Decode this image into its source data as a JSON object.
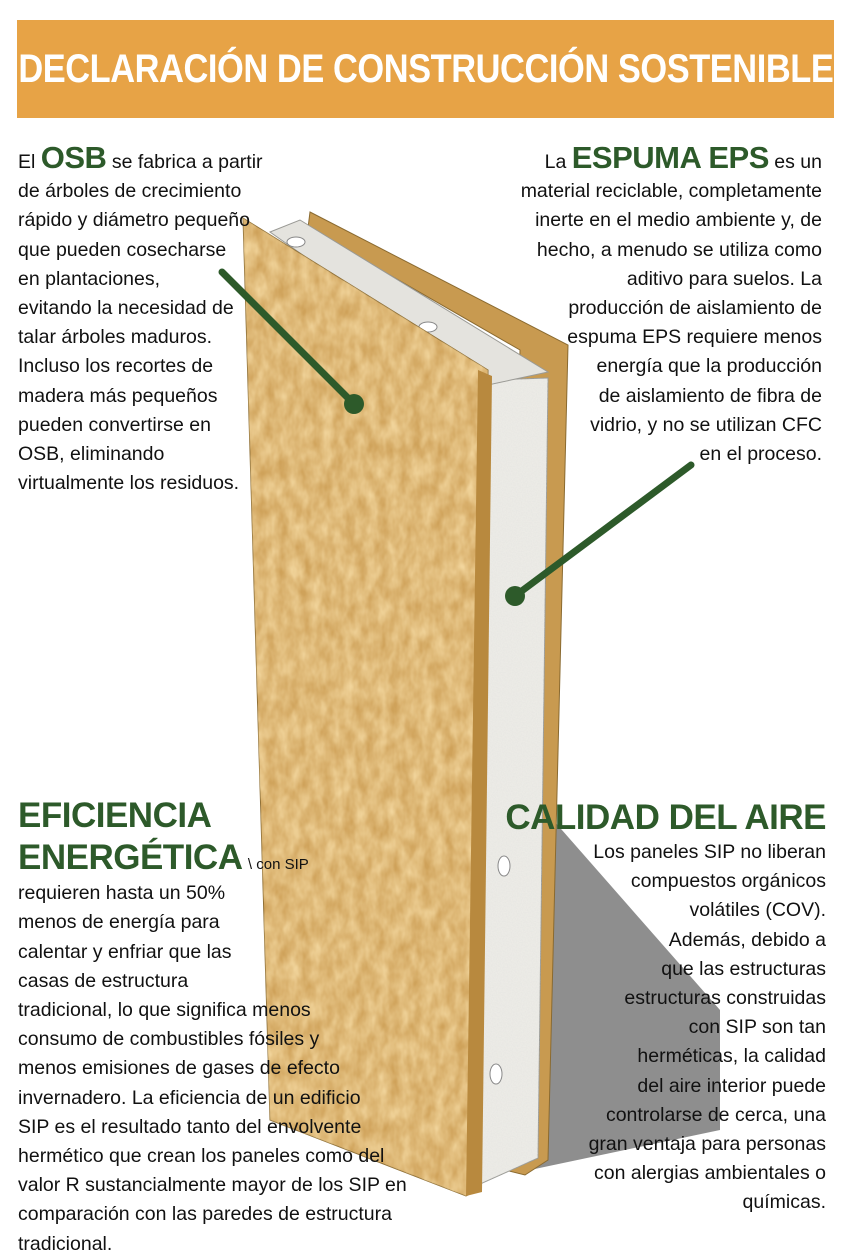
{
  "banner": {
    "title": "DECLARACIÓN DE CONSTRUCCIÓN SOSTENIBLE"
  },
  "osb": {
    "pre": "El ",
    "keyword": "OSB",
    "lines": [
      " se fabrica a partir",
      "de árboles de crecimiento",
      "rápido y diámetro pequeño",
      "que pueden cosecharse",
      "en plantaciones,",
      "evitando la necesidad de",
      "talar árboles maduros.",
      "Incluso los recortes de",
      "madera más pequeños",
      "pueden convertirse en",
      "OSB, eliminando",
      "virtualmente los residuos."
    ]
  },
  "eps": {
    "pre": "La ",
    "keyword": "ESPUMA EPS",
    "lines": [
      " es un",
      "material reciclable, completamente",
      "inerte en el medio ambiente y, de",
      "hecho, a menudo se utiliza como",
      "aditivo para suelos. La",
      "producción de aislamiento de",
      "espuma EPS requiere menos",
      "energía que la producción",
      "de aislamiento de fibra de",
      "vidrio, y no se utilizan CFC",
      "en el proceso."
    ]
  },
  "eficiencia": {
    "heading": [
      "EFICIENCIA",
      "ENERGÉTICA"
    ],
    "lines": [
      "\\ con SIP",
      "requieren hasta un 50%",
      "menos de energía para",
      "calentar y enfriar que las",
      "casas de estructura",
      "tradicional, lo que significa menos",
      "consumo de combustibles fósiles y",
      "menos emisiones de gases de efecto",
      "invernadero. La eficiencia de un edificio",
      "SIP es el resultado tanto del envolvente",
      "hermético que crean los paneles como del",
      "valor R sustancialmente mayor de los SIP en",
      "comparación con las paredes de estructura",
      "tradicional."
    ]
  },
  "aire": {
    "heading": "CALIDAD DEL AIRE",
    "lines": [
      "Los paneles SIP no liberan",
      "compuestos orgánicos",
      "volátiles (COV).",
      "Además, debido a",
      "que las estructuras",
      "estructuras construidas",
      "con SIP son tan",
      "herméticas, la calidad",
      "del aire interior puede",
      "controlarse de cerca, una",
      "gran ventaja para personas",
      "con alergias ambientales o",
      "químicas."
    ]
  },
  "colors": {
    "banner": "#e7a346",
    "accent_green": "#2d5a2a",
    "osb_wood": "#cfa25a",
    "eps_foam": "#ecebe6"
  }
}
